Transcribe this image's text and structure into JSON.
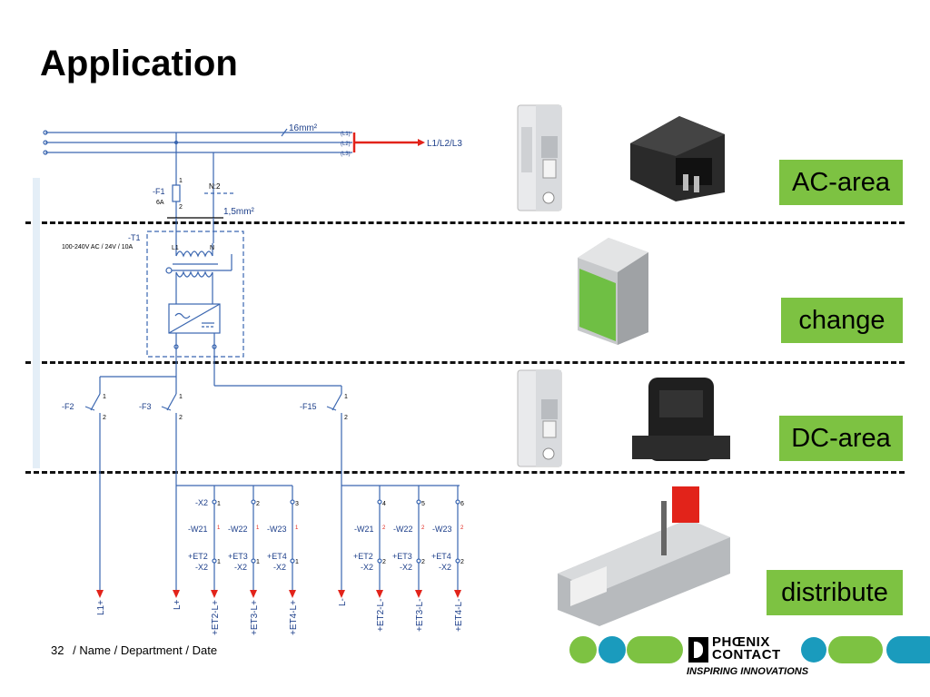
{
  "title": "Application",
  "areas": [
    {
      "label": "AC-area"
    },
    {
      "label": "change"
    },
    {
      "label": "DC-area"
    },
    {
      "label": "distribute"
    }
  ],
  "footer": {
    "page": "32",
    "text": "/ Name / Department / Date"
  },
  "logo": {
    "name_line1": "PHŒNIX",
    "name_line2": "CONTACT",
    "tagline": "INSPIRING INNOVATIONS",
    "colors": [
      "#7dc242",
      "#1a9bbd"
    ]
  },
  "schematic": {
    "bus_cable": "16mm²",
    "bus_phases": [
      "(L1)",
      "(L2)",
      "(L3)"
    ],
    "bus_label": "L1/L2/L3",
    "fuse_f1": "-F1",
    "fuse_f1_rating": "6A",
    "pin_1": "1",
    "pin_2": "2",
    "n_label": "N:2",
    "cable_small": "1,5mm²",
    "transformer": "-T1",
    "transformer_spec": "100-240V AC / 24V / 10A",
    "t_l1": "L1",
    "t_n": "N",
    "breakers": [
      "-F2",
      "-F3",
      "-F15"
    ],
    "x2": "-X2",
    "x2_terms": [
      "1",
      "2",
      "3",
      "4",
      "5",
      "6"
    ],
    "w_labels": [
      "-W21",
      "-W22",
      "-W23",
      "-W21",
      "-W22",
      "-W23"
    ],
    "w_pins": [
      "1",
      "1",
      "1",
      "2",
      "2",
      "2"
    ],
    "et_labels": [
      "+ET2",
      "+ET3",
      "+ET4",
      "+ET2",
      "+ET3",
      "+ET4"
    ],
    "x2_sub": "-X2",
    "outputs": [
      "L1+",
      "L+",
      "+ET2-L+",
      "+ET3-L+",
      "+ET4-L+",
      "L-",
      "+ET2-L-",
      "+ET3-L-",
      "+ET4-L-"
    ]
  }
}
